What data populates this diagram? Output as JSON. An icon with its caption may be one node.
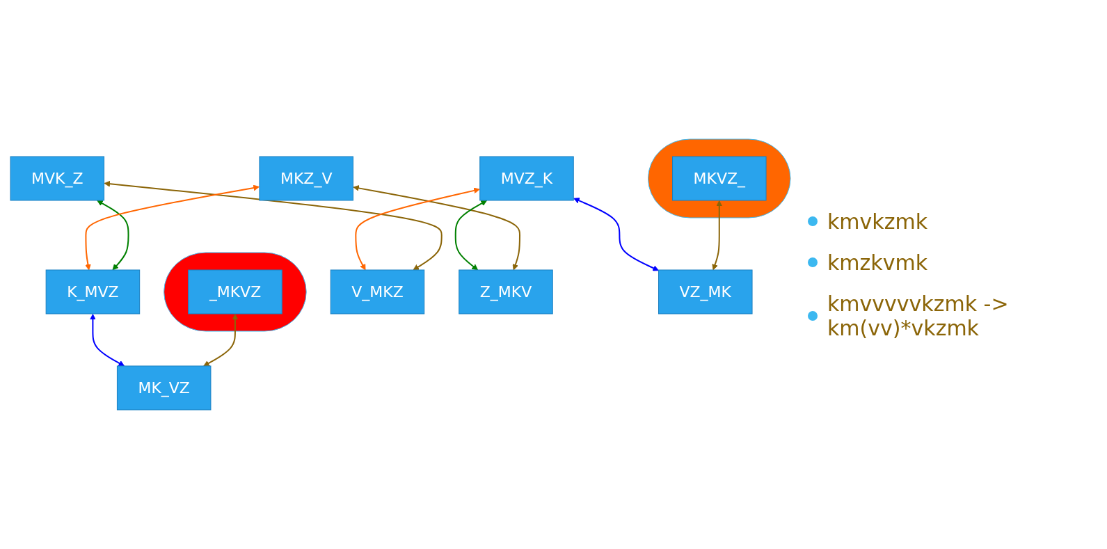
{
  "diagram": {
    "nodes": [
      {
        "text": [],
        "shape": "ellipse"
      },
      {
        "text": [
          "MKVZ_"
        ],
        "in": 0
      },
      {
        "text": [],
        "shape": "ellipse"
      },
      {
        "text": [
          "_MKVZ"
        ],
        "in": 2
      },
      {
        "text": [
          "MVK_Z"
        ]
      },
      {
        "text": [
          "K_MVZ"
        ]
      },
      {
        "text": [
          "MKZ_V"
        ]
      },
      {
        "text": [
          "V_MKZ"
        ]
      },
      {
        "text": [
          "MVZ_K"
        ]
      },
      {
        "text": [
          "Z_MKV"
        ]
      },
      {
        "text": [
          "MK_VZ"
        ]
      },
      {
        "text": [
          "VZ_MK"
        ]
      }
    ],
    "edges": [
      {
        "from": 1,
        "to": 11,
        "arrow": "both"
      },
      {
        "from": 3,
        "to": 10,
        "arrow": "both"
      },
      {
        "from": 4,
        "to": 5,
        "arrow": "both",
        "color": "#008000"
      },
      {
        "from": 4,
        "to": 7,
        "arrow": "both"
      },
      {
        "from": 6,
        "to": 5,
        "arrow": "both",
        "color": "#ff6600"
      },
      {
        "from": 6,
        "to": 9,
        "arrow": "both"
      },
      {
        "from": 8,
        "to": 7,
        "arrow": "both",
        "color": "#ff6600"
      },
      {
        "from": 8,
        "to": 9,
        "arrow": "both",
        "color": "#008000"
      },
      {
        "from": 5,
        "to": 10,
        "arrow": "both",
        "color": "#0000ff"
      },
      {
        "from": 8,
        "to": 11,
        "arrow": "both",
        "color": "#0000ff"
      }
    ],
    "labels": [
      "kmvkzmk",
      "kmzkvmk",
      "kmvvvvvkzmk -> km(vv)*vkzmk"
    ]
  }
}
